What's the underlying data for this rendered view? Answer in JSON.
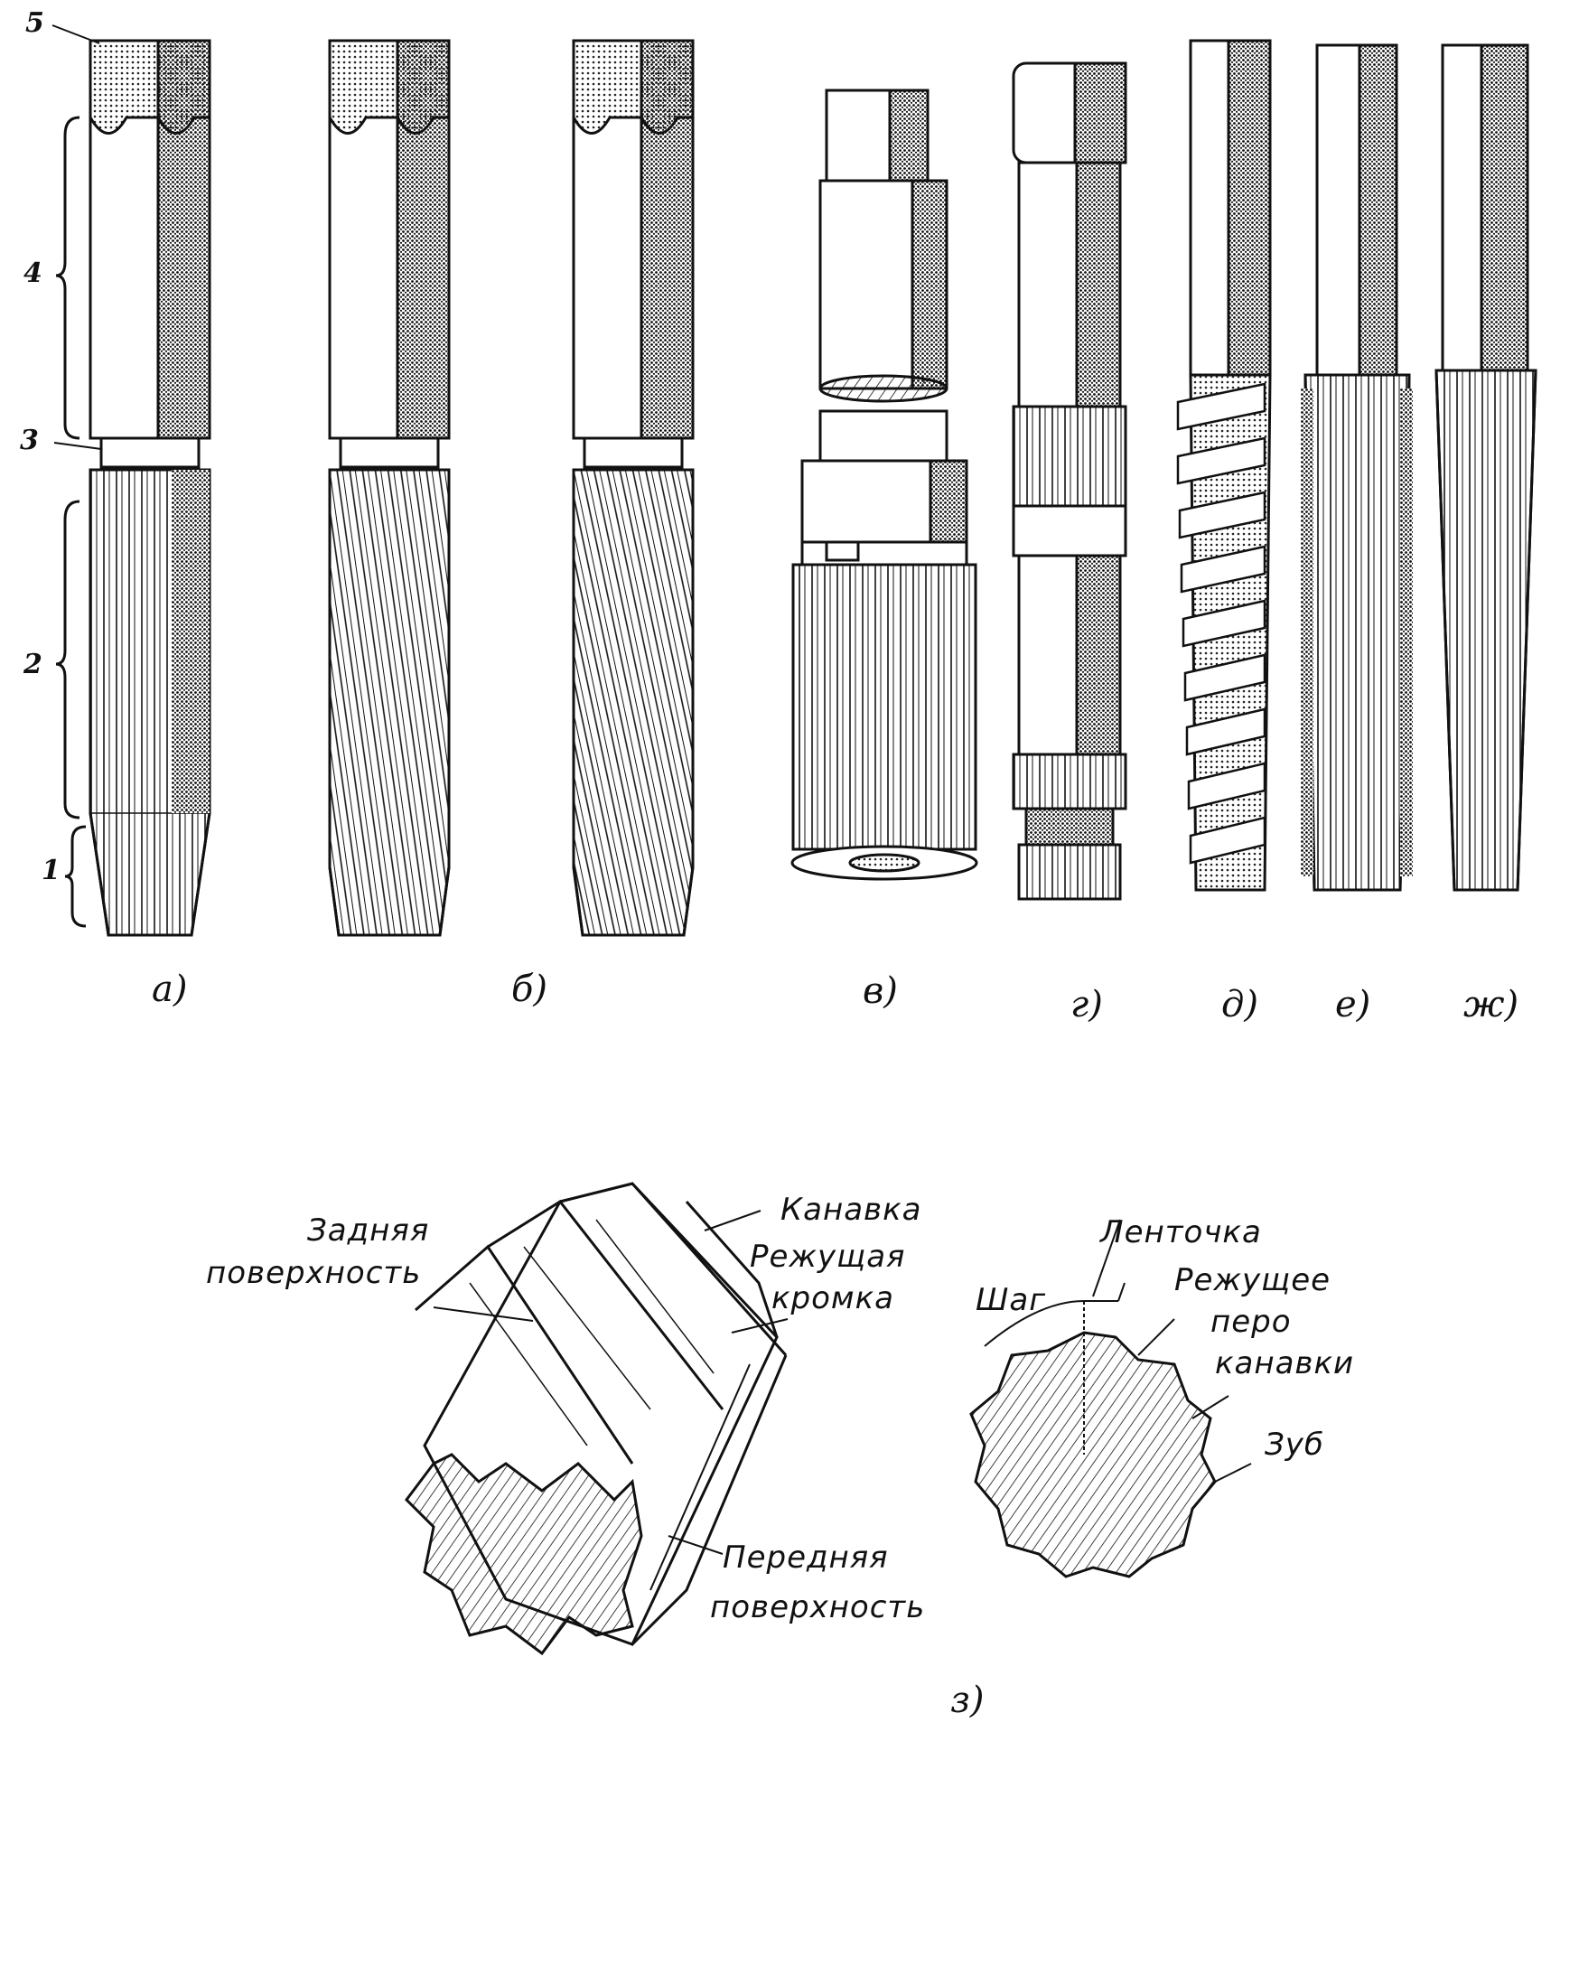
{
  "part_numbers": [
    "1",
    "2",
    "3",
    "4",
    "5"
  ],
  "captions": [
    "а)",
    "б)",
    "в)",
    "г)",
    "д)",
    "е)",
    "ж)",
    "з)"
  ],
  "terms": {
    "back_surface_1": "Задняя",
    "back_surface_2": "поверхность",
    "groove": "Канавка",
    "cutting_edge_1": "Режущая",
    "cutting_edge_2": "кромка",
    "front_surface_1": "Передняя",
    "front_surface_2": "поверхность",
    "step": "Шаг",
    "land": "Ленточка",
    "cutting_feather_1": "Режущее",
    "cutting_feather_2": "перо",
    "cutting_feather_3": "канавки",
    "tooth": "Зуб"
  },
  "colors": {
    "ink": "#111111",
    "paper": "#ffffff",
    "shade": "#555555"
  }
}
